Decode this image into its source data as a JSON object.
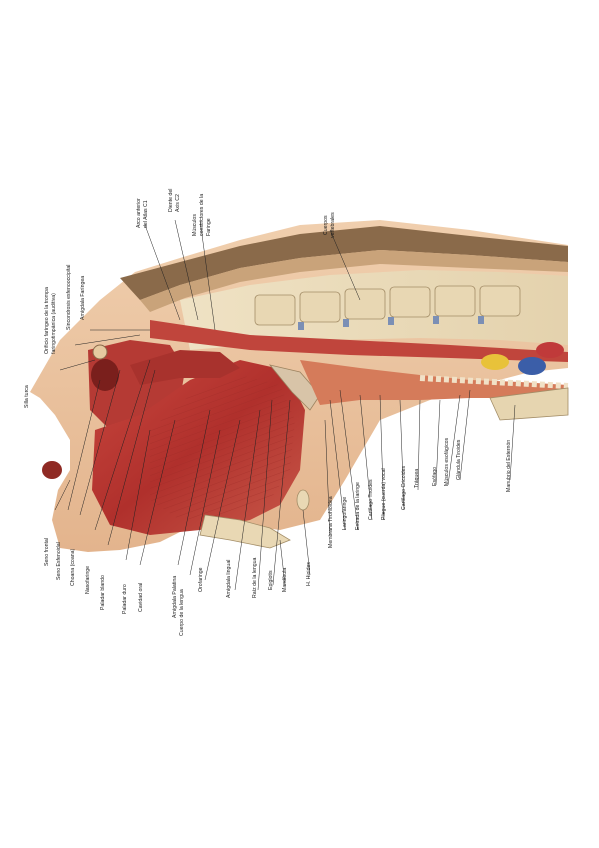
{
  "figure": {
    "labels": [
      {
        "id": "arco_anterior",
        "text": "Arco anterior"
      },
      {
        "id": "del_atlas",
        "text": "del Atlas C1"
      },
      {
        "id": "diente",
        "text": "Diente del"
      },
      {
        "id": "axis",
        "text": "Axis C2"
      },
      {
        "id": "musculos_c",
        "text": "Músculos"
      },
      {
        "id": "constrictores",
        "text": "constrictores de la"
      },
      {
        "id": "faringe_m",
        "text": "Faringe"
      },
      {
        "id": "cuerpos",
        "text": "Cuerpos"
      },
      {
        "id": "vertebrales",
        "text": "vertebrales"
      },
      {
        "id": "orificio",
        "text": "Orificio faríngeo de la trompa"
      },
      {
        "id": "faringotimpanica",
        "text": "faringotimpánica (auditiva)"
      },
      {
        "id": "sincondrosis",
        "text": "Sincondrosis esfenooccipital"
      },
      {
        "id": "amigdala_far",
        "text": "Amígdala Faríngea"
      },
      {
        "id": "silla",
        "text": "Silla turca"
      },
      {
        "id": "seno_frontal",
        "text": "Seno frontal"
      },
      {
        "id": "seno_esfenoidal",
        "text": "Seno Esfenoidal"
      },
      {
        "id": "choana",
        "text": "Choana (coana)"
      },
      {
        "id": "nasofaringe",
        "text": "Nasofaringe"
      },
      {
        "id": "paladar_blando",
        "text": "Paladar blando"
      },
      {
        "id": "paladar_duro",
        "text": "Paladar duro"
      },
      {
        "id": "cavidad_oral",
        "text": "Cavidad oral"
      },
      {
        "id": "amigdala_pal",
        "text": "Amígdala Palatina"
      },
      {
        "id": "cuerpo_lengua",
        "text": "Cuerpo de la lengua"
      },
      {
        "id": "orofaringe",
        "text": "Orofaringe"
      },
      {
        "id": "amigdala_lin",
        "text": "Amígdala lingual"
      },
      {
        "id": "raiz_lengua",
        "text": "Raíz de la lengua"
      },
      {
        "id": "epiglotis",
        "text": "Epiglotis"
      },
      {
        "id": "mandibula",
        "text": "Mandíbula"
      },
      {
        "id": "hioides",
        "text": "H. Hioides"
      },
      {
        "id": "membrana",
        "text": "Membrana Tirohioidea"
      },
      {
        "id": "laringofaringe",
        "text": "Laringofaringe"
      },
      {
        "id": "entrada_laringe",
        "text": "Entrada de la laringe"
      },
      {
        "id": "cartilago_tiroides",
        "text": "Cartílago Tiroides"
      },
      {
        "id": "pliegue_vocal",
        "text": "Pliegue (cuerda) vocal"
      },
      {
        "id": "cartilago_cricoides",
        "text": "Cartílago Cricoides"
      },
      {
        "id": "traquea",
        "text": "Tráquea"
      },
      {
        "id": "esofago",
        "text": "Esófago"
      },
      {
        "id": "musculos_esofagicos",
        "text": "Músculos esofágicos"
      },
      {
        "id": "glandula_tiroides",
        "text": "Glándula Tiroides"
      },
      {
        "id": "manubrio",
        "text": "Manubrio del Esternón"
      }
    ]
  }
}
